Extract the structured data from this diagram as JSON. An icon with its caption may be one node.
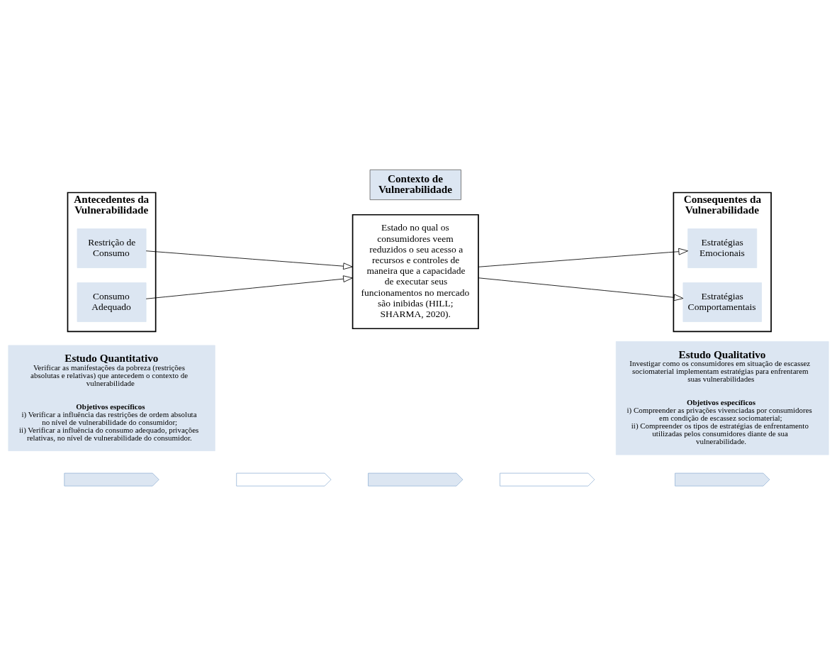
{
  "diagram": {
    "nodes": [
      {
        "text": [
          "Contexto de Vulnerabilidade"
        ]
      },
      {
        "text": [
          "Antecedentes da Vulnerabilidade"
        ]
      },
      {
        "text": [
          "Restrição de Consumo"
        ],
        "in": 1
      },
      {
        "text": [
          "Consumo Adequado"
        ],
        "in": 1
      },
      {
        "text": [
          "Estado no qual os consumidores veem reduzidos o seu acesso a recursos e controles de maneira que a capacidade de executar seus funcionamentos no mercado são inibidas (HILL; SHARMA, 2020)."
        ]
      },
      {
        "text": [
          "Consequentes da Vulnerabilidade"
        ]
      },
      {
        "text": [
          "Estratégias Emocionais"
        ],
        "in": 5
      },
      {
        "text": [
          "Estratégias Comportamentais"
        ],
        "in": 5
      },
      {
        "text": [],
        "shape": "chevron"
      },
      {
        "text": [],
        "shape": "chevron"
      },
      {
        "text": [],
        "shape": "chevron"
      },
      {
        "text": [],
        "shape": "chevron"
      },
      {
        "text": [],
        "shape": "chevron"
      },
      {
        "text": [
          "Estudo Quantitativo",
          "Verificar as manifestações da pobreza (restrições absolutas e relativas) que antecedem o contexto de vulnerabilidade",
          "Objetivos específicos",
          "i) Verificar a influência das restrições de ordem absoluta no nível de vulnerabilidade do consumidor;",
          "ii) Verificar a influência do consumo adequado, privações relativas, no nível de vulnerabilidade do consumidor."
        ]
      },
      {
        "text": [
          "Estudo Qualitativo",
          "Investigar como os consumidores em situação de escassez sociomaterial implementam estratégias para enfrentarem suas vulnerabilidades",
          "Objetivos específicos",
          "i) Compreender as privações vivenciadas por consumidores em condição de escassez sociomaterial;",
          "ii) Compreender os tipos de estratégias de enfrentamento utilizadas pelos consumidores diante de sua vulnerabilidade."
        ]
      }
    ],
    "edges": [
      {
        "from": 2,
        "to": 4,
        "arrow": "to"
      },
      {
        "from": 3,
        "to": 4,
        "arrow": "to"
      },
      {
        "from": 4,
        "to": 6,
        "arrow": "to"
      },
      {
        "from": 4,
        "to": 7,
        "arrow": "to"
      }
    ]
  }
}
